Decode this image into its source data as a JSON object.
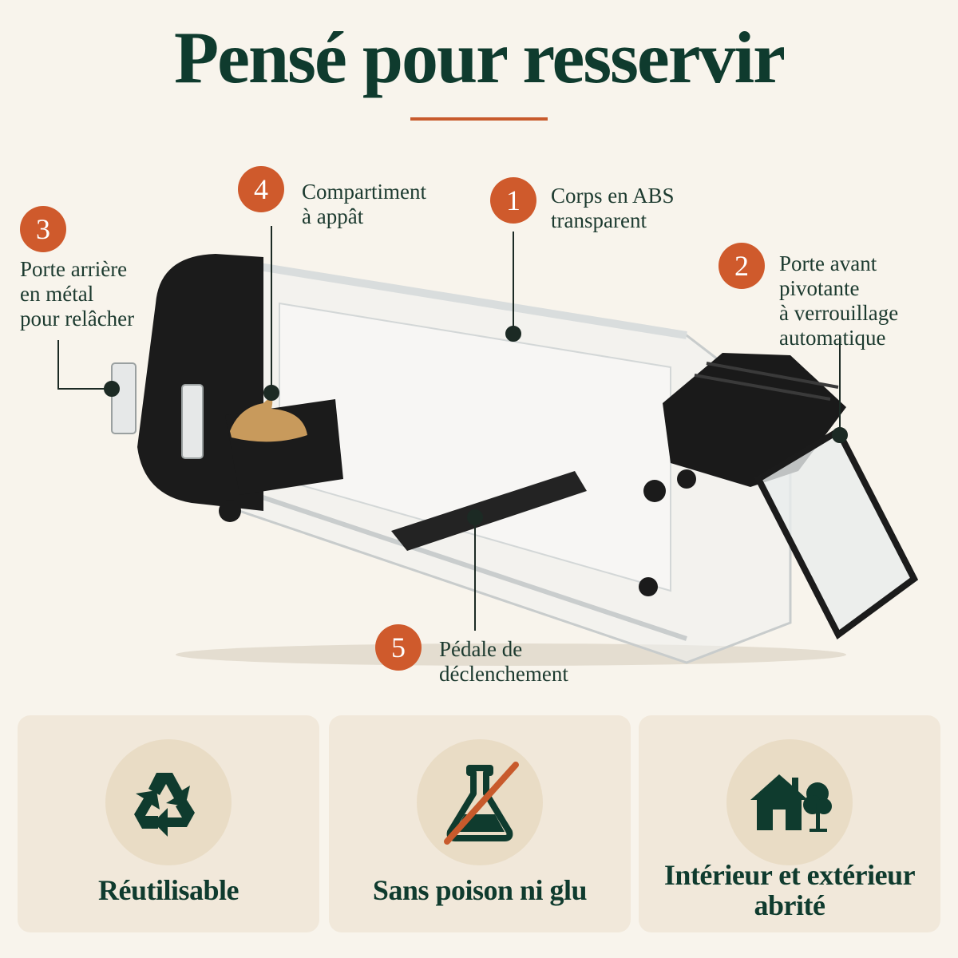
{
  "header": {
    "title": "Pensé pour resservir"
  },
  "callouts": [
    {
      "number": "1",
      "label": "Corps en ABS\ntransparent"
    },
    {
      "number": "2",
      "label": "Porte avant pivotante\nà verrouillage\nautomatique"
    },
    {
      "number": "3",
      "label": "Porte arrière\nen métal\npour relâcher"
    },
    {
      "number": "4",
      "label": "Compartiment\nà appât"
    },
    {
      "number": "5",
      "label": "Pédale de\ndéclenchement"
    }
  ],
  "features": [
    {
      "icon": "recycle-icon",
      "label": "Réutilisable"
    },
    {
      "icon": "no-poison-flask-icon",
      "label": "Sans poison ni glu"
    },
    {
      "icon": "house-tree-icon",
      "label": "Intérieur et extérieur\nabrité"
    }
  ],
  "colors": {
    "background": "#f8f4ec",
    "title": "#0f3b2e",
    "accent": "#cf5a2c",
    "card": "#f1e8da"
  }
}
